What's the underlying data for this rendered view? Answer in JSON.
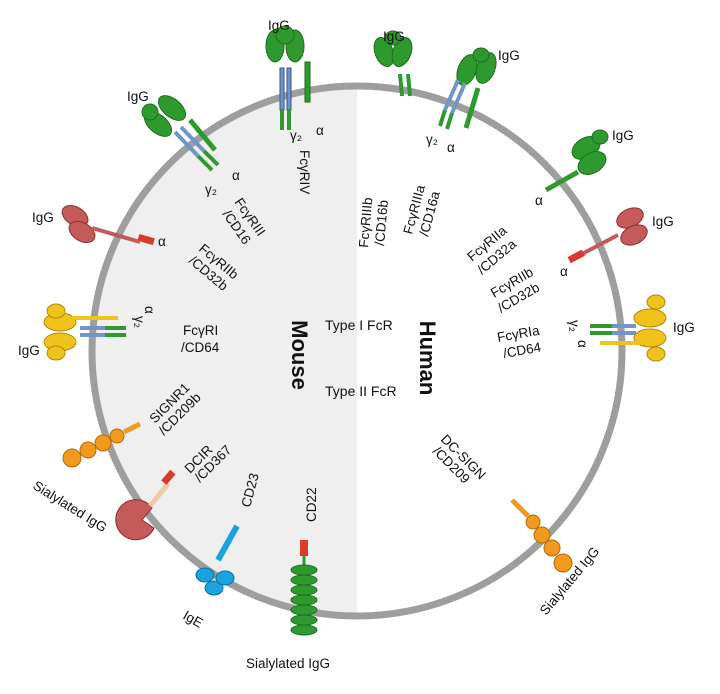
{
  "center": {
    "mouse": "Mouse",
    "human": "Human",
    "type1": "Type I FcR",
    "type2": "Type II FcR"
  },
  "common": {
    "igg": "IgG",
    "ige": "IgE",
    "alpha": "α",
    "gamma2": "γ₂",
    "sialylated_igg": "Sialylated IgG"
  },
  "mouse": {
    "fcgriv": "FcγRIV",
    "fcgriii_l1": "FcγRIII",
    "fcgriii_l2": "/CD16",
    "fcgriib_l1": "FcγRIIb",
    "fcgriib_l2": "/CD32b",
    "fcgri_l1": "FcγRI",
    "fcgri_l2": "/CD64",
    "signr1_l1": "SIGNR1",
    "signr1_l2": "/CD209b",
    "dcir_l1": "DCIR",
    "dcir_l2": "/CD367",
    "cd23": "CD23",
    "cd22": "CD22"
  },
  "human": {
    "fcgriiib_l1": "FcγRIIIb",
    "fcgriiib_l2": "/CD16b",
    "fcgriiia_l1": "FcγRIIIa",
    "fcgriiia_l2": "/CD16a",
    "fcgriia_l1": "FcγRIIa",
    "fcgriia_l2": "/CD32a",
    "fcgriib_l1": "FcγRIIb",
    "fcgriib_l2": "/CD32b",
    "fcgria_l1": "FcγRIa",
    "fcgria_l2": "/CD64",
    "dcsign_l1": "DC-SIGN",
    "dcsign_l2": "/CD209"
  },
  "colors": {
    "membrane": "#9e9e9e",
    "mouse_fill": "#efefef",
    "green": "#2e9a2e",
    "blue": "#6f95c9",
    "red": "#d83a2e",
    "pink": "#c45a5a",
    "yellow": "#f1c21b",
    "orange": "#f39a1e",
    "cyan": "#1aa3e0"
  }
}
